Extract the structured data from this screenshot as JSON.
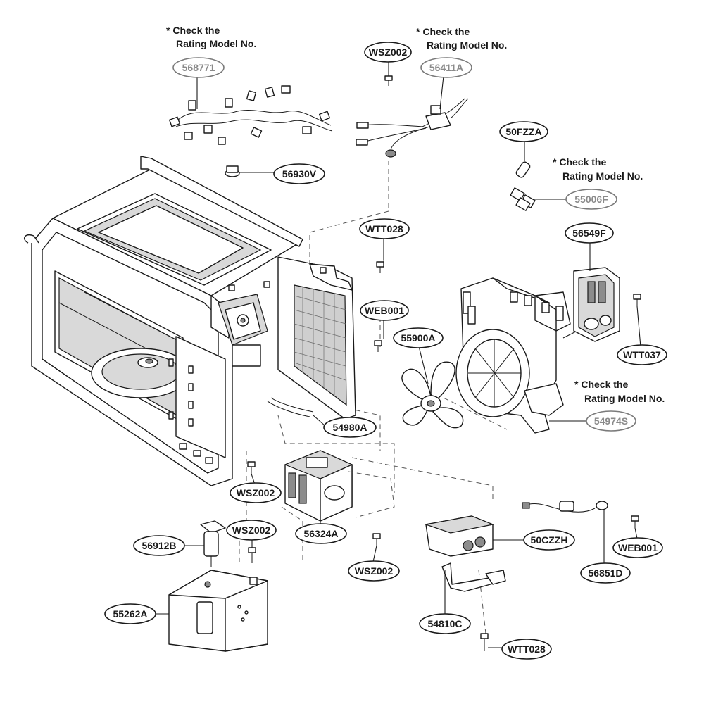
{
  "notes": {
    "check_rating_1": "* Check the",
    "check_rating_1b": "Rating Model No.",
    "check_rating_2": "* Check the",
    "check_rating_2b": "Rating Model No.",
    "check_rating_3": "* Check the",
    "check_rating_3b": "Rating Model No.",
    "check_rating_4": "* Check the",
    "check_rating_4b": "Rating Model No."
  },
  "labels": {
    "p568771": "568771",
    "pWSZ002_top": "WSZ002",
    "p56411A": "56411A",
    "p50FZZA": "50FZZA",
    "p55006F": "55006F",
    "p56930V": "56930V",
    "pWTT028_mid": "WTT028",
    "p56549F": "56549F",
    "pWEB001_mid": "WEB001",
    "p55900A": "55900A",
    "pWTT037": "WTT037",
    "p54974S": "54974S",
    "p54980A": "54980A",
    "pWSZ002_left": "WSZ002",
    "p56912B": "56912B",
    "pWSZ002_bl": "WSZ002",
    "p56324A": "56324A",
    "pWSZ002_bm": "WSZ002",
    "p55262A": "55262A",
    "p50CZZH": "50CZZH",
    "pWEB001_r": "WEB001",
    "p56851D": "56851D",
    "p54810C": "54810C",
    "pWTT028_bottom": "WTT028"
  },
  "colors": {
    "line": "#1a1a1a",
    "gray_label": "#8a8a8a",
    "background": "#ffffff"
  }
}
